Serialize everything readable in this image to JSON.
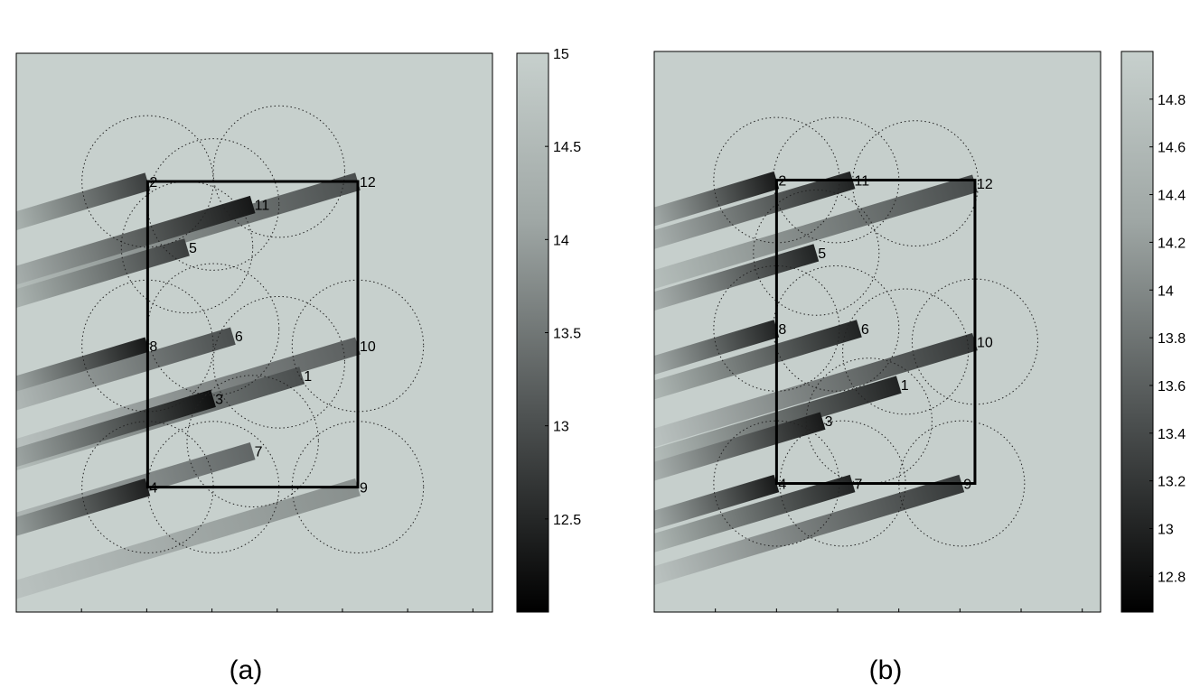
{
  "figure": {
    "captions": [
      "(a)",
      "(b)"
    ]
  },
  "chart_data": [
    {
      "type": "heatmap",
      "panel": "(a)",
      "title": "",
      "xlabel": "",
      "ylabel": "",
      "background_value": 15,
      "colorbar": {
        "range": [
          12.0,
          15.0
        ],
        "ticks": [
          15,
          14.5,
          14,
          13.5,
          13,
          12.5
        ],
        "tick_labels": [
          "15",
          "14.5",
          "14",
          "13.5",
          "13",
          "12.5"
        ]
      },
      "xlim": [
        0,
        14.5
      ],
      "ylim": [
        0,
        17
      ],
      "region": {
        "x": [
          4,
          10.4
        ],
        "y": [
          3.8,
          13.1
        ]
      },
      "points": [
        {
          "label": "1",
          "x": 8.7,
          "y": 7.2
        },
        {
          "label": "2",
          "x": 4.0,
          "y": 13.1
        },
        {
          "label": "3",
          "x": 6.0,
          "y": 6.5
        },
        {
          "label": "4",
          "x": 4.0,
          "y": 3.8
        },
        {
          "label": "5",
          "x": 5.2,
          "y": 11.1
        },
        {
          "label": "6",
          "x": 6.6,
          "y": 8.4
        },
        {
          "label": "7",
          "x": 7.2,
          "y": 4.9
        },
        {
          "label": "8",
          "x": 4.0,
          "y": 8.1
        },
        {
          "label": "9",
          "x": 10.4,
          "y": 3.8
        },
        {
          "label": "10",
          "x": 10.4,
          "y": 8.1
        },
        {
          "label": "11",
          "x": 7.2,
          "y": 12.4
        },
        {
          "label": "12",
          "x": 10.4,
          "y": 13.1
        }
      ],
      "circle_radius": 2.0,
      "circle_centers": [
        [
          4.0,
          13.1
        ],
        [
          6.0,
          12.4
        ],
        [
          8.0,
          13.4
        ],
        [
          4.0,
          8.1
        ],
        [
          6.0,
          8.6
        ],
        [
          8.0,
          7.6
        ],
        [
          10.4,
          8.1
        ],
        [
          4.0,
          3.8
        ],
        [
          6.0,
          3.8
        ],
        [
          10.4,
          3.8
        ],
        [
          5.2,
          11.1
        ],
        [
          7.2,
          5.2
        ]
      ],
      "beams": [
        {
          "label": "2",
          "min": 12.8,
          "max": 14.4,
          "width": 0.55
        },
        {
          "label": "12",
          "min": 13.0,
          "max": 14.6,
          "width": 0.55
        },
        {
          "label": "11",
          "min": 12.3,
          "max": 14.3,
          "width": 0.55
        },
        {
          "label": "5",
          "min": 12.8,
          "max": 14.4,
          "width": 0.55
        },
        {
          "label": "8",
          "min": 12.3,
          "max": 14.1,
          "width": 0.55
        },
        {
          "label": "6",
          "min": 13.0,
          "max": 14.5,
          "width": 0.55
        },
        {
          "label": "10",
          "min": 13.2,
          "max": 14.7,
          "width": 0.55
        },
        {
          "label": "1",
          "min": 13.0,
          "max": 14.6,
          "width": 0.55
        },
        {
          "label": "3",
          "min": 12.2,
          "max": 14.1,
          "width": 0.55
        },
        {
          "label": "7",
          "min": 13.3,
          "max": 14.5,
          "width": 0.55
        },
        {
          "label": "4",
          "min": 12.4,
          "max": 14.0,
          "width": 0.55
        },
        {
          "label": "9",
          "min": 13.8,
          "max": 14.7,
          "width": 0.55
        }
      ]
    },
    {
      "type": "heatmap",
      "panel": "(b)",
      "title": "",
      "xlabel": "",
      "ylabel": "",
      "background_value": 14.98,
      "colorbar": {
        "range": [
          12.65,
          15.0
        ],
        "ticks": [
          14.8,
          14.6,
          14.4,
          14.2,
          14,
          13.8,
          13.6,
          13.4,
          13.2,
          13,
          12.8
        ],
        "tick_labels": [
          "14.8",
          "14.6",
          "14.4",
          "14.2",
          "14",
          "13.8",
          "13.6",
          "13.4",
          "13.2",
          "13",
          "12.8"
        ]
      },
      "xlim": [
        0,
        13.5
      ],
      "ylim": [
        0,
        17
      ],
      "region": {
        "x": [
          3.7,
          9.7
        ],
        "y": [
          3.9,
          13.1
        ]
      },
      "points": [
        {
          "label": "1",
          "x": 7.4,
          "y": 6.9
        },
        {
          "label": "2",
          "x": 3.7,
          "y": 13.1
        },
        {
          "label": "3",
          "x": 5.1,
          "y": 5.8
        },
        {
          "label": "4",
          "x": 3.7,
          "y": 3.9
        },
        {
          "label": "5",
          "x": 4.9,
          "y": 10.9
        },
        {
          "label": "6",
          "x": 6.2,
          "y": 8.6
        },
        {
          "label": "7",
          "x": 6.0,
          "y": 3.9
        },
        {
          "label": "8",
          "x": 3.7,
          "y": 8.6
        },
        {
          "label": "9",
          "x": 9.3,
          "y": 3.9
        },
        {
          "label": "10",
          "x": 9.7,
          "y": 8.2
        },
        {
          "label": "11",
          "x": 6.0,
          "y": 13.1
        },
        {
          "label": "12",
          "x": 9.7,
          "y": 13.0
        }
      ],
      "circle_radius": 1.9,
      "circle_centers": [
        [
          3.7,
          13.1
        ],
        [
          5.5,
          13.1
        ],
        [
          7.9,
          13.0
        ],
        [
          3.7,
          8.6
        ],
        [
          5.5,
          8.6
        ],
        [
          7.6,
          7.9
        ],
        [
          9.7,
          8.2
        ],
        [
          3.7,
          3.9
        ],
        [
          5.7,
          3.9
        ],
        [
          9.3,
          3.9
        ],
        [
          4.9,
          10.9
        ],
        [
          6.5,
          5.8
        ]
      ],
      "beams": [
        {
          "label": "2",
          "min": 12.9,
          "max": 14.4,
          "width": 0.55
        },
        {
          "label": "11",
          "min": 13.0,
          "max": 14.5,
          "width": 0.55
        },
        {
          "label": "12",
          "min": 13.4,
          "max": 14.7,
          "width": 0.55
        },
        {
          "label": "5",
          "min": 13.0,
          "max": 14.5,
          "width": 0.55
        },
        {
          "label": "8",
          "min": 13.0,
          "max": 14.4,
          "width": 0.55
        },
        {
          "label": "6",
          "min": 13.0,
          "max": 14.6,
          "width": 0.55
        },
        {
          "label": "10",
          "min": 13.2,
          "max": 14.8,
          "width": 0.55
        },
        {
          "label": "1",
          "min": 13.0,
          "max": 14.7,
          "width": 0.55
        },
        {
          "label": "3",
          "min": 12.9,
          "max": 14.5,
          "width": 0.55
        },
        {
          "label": "4",
          "min": 12.9,
          "max": 14.4,
          "width": 0.55
        },
        {
          "label": "7",
          "min": 13.0,
          "max": 14.6,
          "width": 0.55
        },
        {
          "label": "9",
          "min": 13.2,
          "max": 14.8,
          "width": 0.55
        }
      ]
    }
  ]
}
